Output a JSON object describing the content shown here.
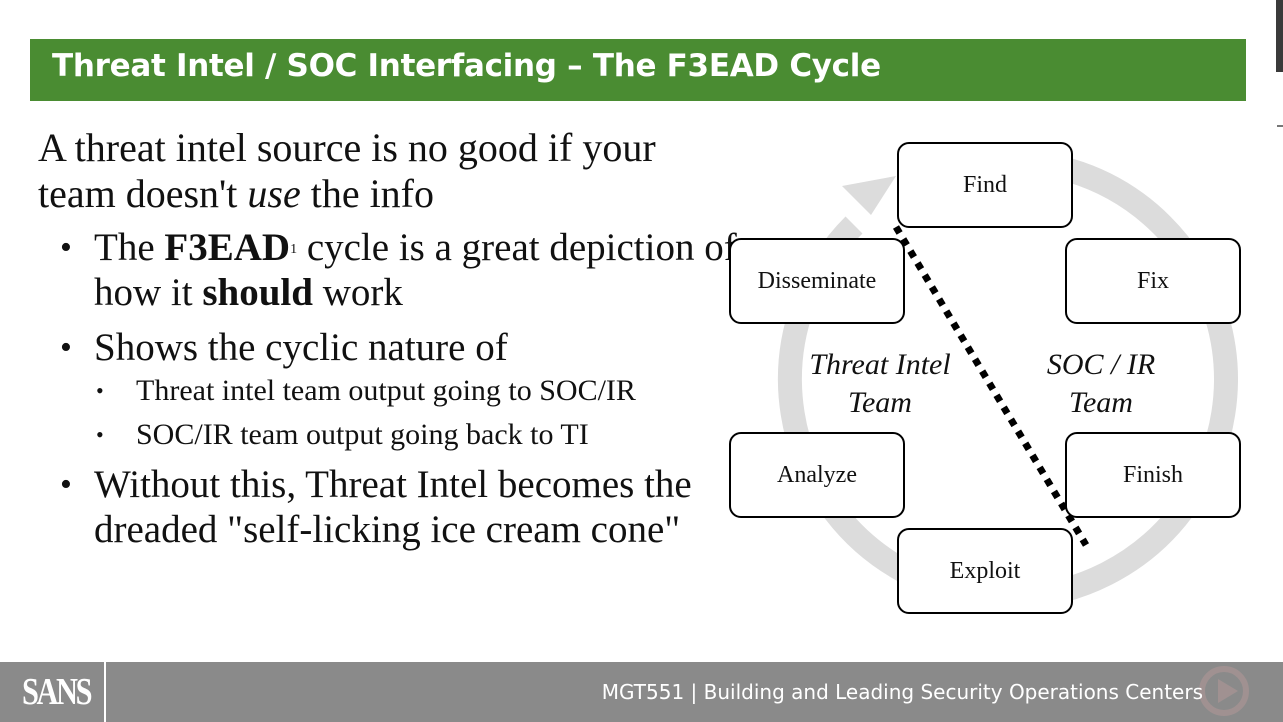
{
  "slide": {
    "title": "Threat Intel / SOC Interfacing – The F3EAD Cycle",
    "lead_text": {
      "part1": "A threat intel source is no good if your team doesn't ",
      "emphasis": "use",
      "part2": " the info"
    },
    "bullets": [
      {
        "pre": "The ",
        "bold": "F3EAD",
        "sup": "1",
        "mid": " cycle is a great depiction of how it ",
        "bold2": "should",
        "post": " work"
      },
      {
        "text": "Shows the cyclic nature of"
      },
      {
        "text": "Without this, Threat Intel becomes the dreaded \"self-licking ice cream cone\""
      }
    ],
    "sub_bullets": [
      "Threat intel team output going to SOC/IR",
      "SOC/IR team output going back to TI"
    ]
  },
  "diagram": {
    "nodes": [
      "Find",
      "Fix",
      "Finish",
      "Exploit",
      "Analyze",
      "Disseminate"
    ],
    "team_left": [
      "Threat Intel",
      "Team"
    ],
    "team_right": [
      "SOC / IR",
      "Team"
    ]
  },
  "footer": {
    "logo": "SANS",
    "course": "MGT551 | Building and Leading Security Operations Centers"
  },
  "colors": {
    "title_bar": "#4a8c32",
    "footer": "#8a8a8a",
    "cycle_arrow": "#dcdcdc"
  }
}
